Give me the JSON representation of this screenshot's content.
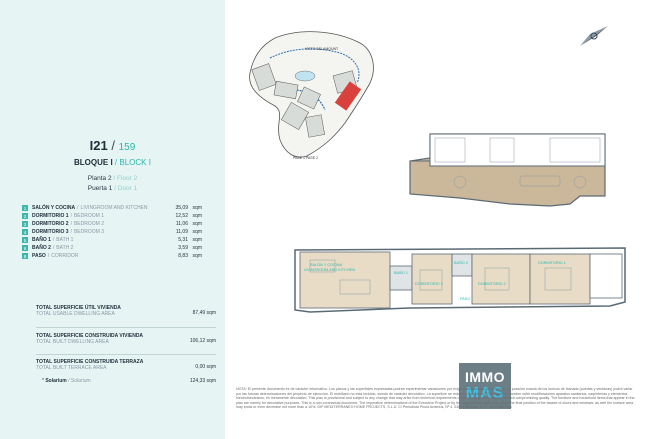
{
  "unit": {
    "code": "I21",
    "sep": "/",
    "alt_code": "159"
  },
  "block": {
    "name": "BLOQUE I",
    "sep": "/",
    "alt": "BLOCK I"
  },
  "planta": {
    "label": "Planta 2",
    "sep": "/",
    "alt": "Floor 2"
  },
  "puerta": {
    "label": "Puerta 1",
    "sep": "/",
    "alt": "Door 1"
  },
  "rooms": [
    {
      "num": "1",
      "name": "SALÓN Y COCINA",
      "sep": "/",
      "eng": "LIVINGROOM AND KITCHEN",
      "value": "35,09",
      "unit": "sqm"
    },
    {
      "num": "2",
      "name": "DORMITORIO 1",
      "sep": "/",
      "eng": "BEDROOM 1",
      "value": "12,52",
      "unit": "sqm"
    },
    {
      "num": "3",
      "name": "DORMITORIO 2",
      "sep": "/",
      "eng": "BEDROOM 2",
      "value": "11,06",
      "unit": "sqm"
    },
    {
      "num": "4",
      "name": "DORMITORIO 3",
      "sep": "/",
      "eng": "BEDROOM 3",
      "value": "11,09",
      "unit": "sqm"
    },
    {
      "num": "5",
      "name": "BAÑO 1",
      "sep": "/",
      "eng": "BATH 1",
      "value": "5,31",
      "unit": "sqm"
    },
    {
      "num": "6",
      "name": "BAÑO 2",
      "sep": "/",
      "eng": "BATH 2",
      "value": "3,59",
      "unit": "sqm"
    },
    {
      "num": "8",
      "name": "PASO",
      "sep": "/",
      "eng": "CORRIDOR",
      "value": "8,83",
      "unit": "sqm"
    }
  ],
  "totals": [
    {
      "es": "TOTAL SUPERFICIE ÚTIL VIVIENDA",
      "en": "TOTAL USABLE DWELLING AREA",
      "value": "87,49",
      "unit": "sqm"
    },
    {
      "es": "TOTAL SUPERFICIE CONSTRUIDA VIVIENDA",
      "en": "TOTAL BUILT DWELLING AREA",
      "value": "106,12",
      "unit": "sqm"
    },
    {
      "es": "TOTAL SUPERFICIE CONSTRUIDA TERRAZA",
      "en": "TOTAL BUILT TERRACE AREA",
      "value": "0,00",
      "unit": "sqm"
    }
  ],
  "solarium": {
    "bullet": "*",
    "es": "Solarium",
    "sep": "/",
    "en": "Solarium",
    "value": "124,33",
    "unit": "sqm"
  },
  "site_plan": {
    "label_top": "VISTO BELAMOUNT",
    "label_portal": "PASE 1   PASE 2"
  },
  "plan_labels": {
    "living": "SALÓN Y COCINA",
    "living_en": "LIVINGROOM AND KITCHEN",
    "bath1": "BAÑO 1",
    "bath2": "BAÑO 2",
    "bed1": "DORMITORIO 1",
    "bed2": "DORMITORIO 2",
    "bed3": "DORMITORIO 3",
    "corridor": "PASO"
  },
  "logo": {
    "line1": "IMMO",
    "line2": "MAS"
  },
  "note": "NOTA: El presente documento es de carácter informativo. Los planos y las superficies expresadas podrán experimentar variaciones por exigencias técnicas del proyecto. La posición exacta de los huecos de fachada (puertas y ventanas) podrá variar por las futuras determinaciones del proyecto de ejecución. El mobiliario no está incluido, siendo de carácter decorativo. La superficie se reduce a más de un 10%. También pueden sufrir modificaciones aparatos sanitarios, carpinterías y elementos electromecánicos, es meramente decorativo. This plan is provisional and subject to any change that may arise from technical requirements or site management criteria, without compromising quality. The furniture and household items that appear in the plan are merely for decorative purposes. This is a non-contractual document. The imperative determinations of the Executive Project or by the engineering which may affect the final position of the facade of doors and windows, as well the surface area may show or even decrease not more than a 10%. GIP MEDITERRANEO HOME PROJECTS, S.L.U. C/ Periodista Pirula Arderius, Nº 4. 03001 Alicante. N.I.F.: B-42.560.813",
  "colors": {
    "accent": "#2cb7ae",
    "panel": "#e6f4f4",
    "terrace": "#cbb79a",
    "floor": "#e8dcc6",
    "wall": "#5a6a75"
  }
}
